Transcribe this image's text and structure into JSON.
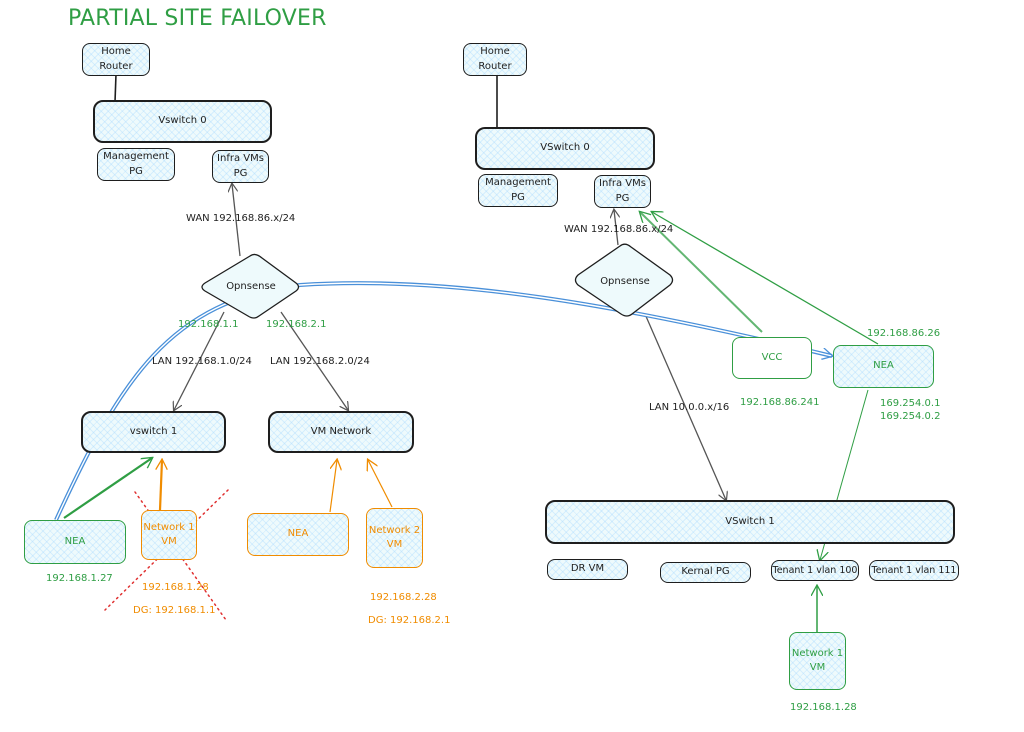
{
  "title": "PARTIAL SITE FAILOVER",
  "colors": {
    "title": "#2f9e44",
    "stroke": "#1e1e1e",
    "green": "#2f9e44",
    "orange": "#f08c00",
    "blue": "#1971c2",
    "failure_x": "#e03131",
    "fill": "#eefafc"
  },
  "left_site": {
    "home_router": "Home\nRouter",
    "vswitch0": "Vswitch 0",
    "management_pg": "Management\nPG",
    "infra_vms_pg": "Infra VMs\nPG",
    "wan_label": "WAN 192.168.86.x/24",
    "opnsense": "Opnsense",
    "lan1_gateway": "192.168.1.1",
    "lan2_gateway": "192.168.2.1",
    "lan1_label": "LAN 192.168.1.0/24",
    "lan2_label": "LAN 192.168.2.0/24",
    "vswitch1": "vswitch 1",
    "vm_network": "VM Network",
    "nea_green": "NEA",
    "nea_green_ip": "192.168.1.27",
    "network1_vm": "Network 1\nVM",
    "network1_vm_ip": "192.168.1.28",
    "network1_vm_dg": "DG: 192.168.1.1",
    "nea_orange": "NEA",
    "network2_vm": "Network 2\nVM",
    "network2_vm_ip": "192.168.2.28",
    "network2_vm_dg": "DG: 192.168.2.1"
  },
  "right_site": {
    "home_router": "Home\nRouter",
    "vswitch0": "VSwitch 0",
    "management_pg": "Management\nPG",
    "infra_vms_pg": "Infra VMs\nPG",
    "wan_label": "WAN 192.168.86.x/24",
    "opnsense": "Opnsense",
    "lan_label": "LAN 10.0.0.x/16",
    "vcc": "VCC",
    "vcc_ip": "192.168.86.241",
    "nea": "NEA",
    "nea_ip": "192.168.86.26",
    "nea_link_ip1": "169.254.0.1",
    "nea_link_ip2": "169.254.0.2",
    "vswitch1": "VSwitch 1",
    "dr_vm": "DR VM",
    "kernal_pg": "Kernal PG",
    "tenant_vlan100": "Tenant 1 vlan 100",
    "tenant_vlan111": "Tenant 1 vlan 111",
    "network1_vm": "Network 1\nVM",
    "network1_vm_ip": "192.168.1.28"
  }
}
